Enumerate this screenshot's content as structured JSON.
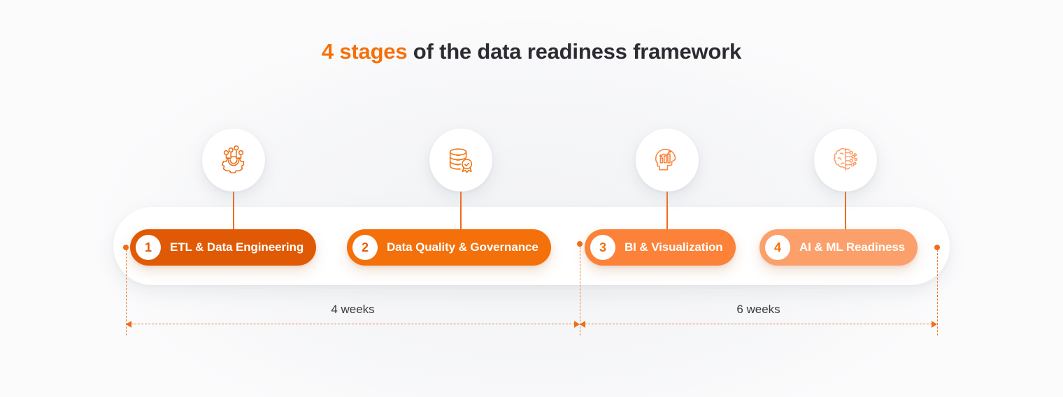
{
  "title": {
    "highlight": "4 stages",
    "rest": " of the data readiness framework"
  },
  "colors": {
    "accent": "#f4700a",
    "stage1": "#e05a06",
    "stage2": "#f4700a",
    "stage3": "#fb8238",
    "stage4": "#fba06b",
    "connector": "#ef6c1a",
    "guide": "#f07d33",
    "text_dark": "#2b2b31",
    "track_bg": "#ffffff",
    "page_bg": "#fbfbfc"
  },
  "stages": [
    {
      "number": "1",
      "label": "ETL & Data Engineering",
      "icon": "gear-circuit-icon",
      "color": "#e05a06",
      "num_color": "#e05a06",
      "icon_color": "#ee6b12"
    },
    {
      "number": "2",
      "label": "Data Quality & Governance",
      "icon": "database-certificate-icon",
      "color": "#f4700a",
      "num_color": "#e85f08",
      "icon_color": "#f4700a"
    },
    {
      "number": "3",
      "label": "BI & Visualization",
      "icon": "head-barchart-icon",
      "color": "#fb8238",
      "num_color": "#f4700a",
      "icon_color": "#fb8238"
    },
    {
      "number": "4",
      "label": "AI & ML Readiness",
      "icon": "ai-brain-circuit-icon",
      "color": "#fba06b",
      "num_color": "#f4700a",
      "icon_color": "#fba06b"
    }
  ],
  "timeline": {
    "spans": [
      {
        "label": "4 weeks"
      },
      {
        "label": "6 weeks"
      }
    ]
  }
}
